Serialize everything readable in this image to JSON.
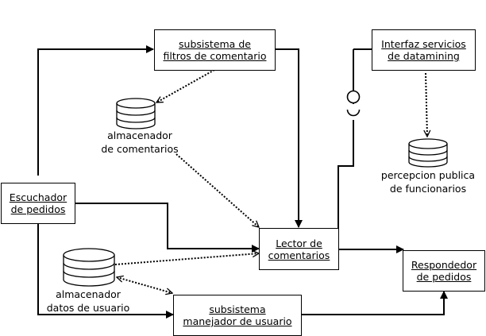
{
  "components": {
    "filtros": {
      "line1": "subsistema de",
      "line2": "filtros de comentario"
    },
    "interfaz": {
      "line1": "Interfaz servicios",
      "line2": "de datamining"
    },
    "escuchador": {
      "line1": "Escuchador",
      "line2": "de pedidos"
    },
    "lector": {
      "line1": "Lector de",
      "line2": "comentarios"
    },
    "respondedor": {
      "line1": "Respondedor",
      "line2": "de pedidos"
    },
    "manejador": {
      "line1": "subsistema",
      "line2": "manejador de usuario"
    }
  },
  "stores": {
    "comentarios": {
      "line1": "almacenador",
      "line2": "de comentarios"
    },
    "usuario": {
      "line1": "almacenador",
      "line2": "datos de usuario"
    },
    "percepcion": {
      "line1": "percepcion publica",
      "line2": "de funcionarios"
    }
  }
}
